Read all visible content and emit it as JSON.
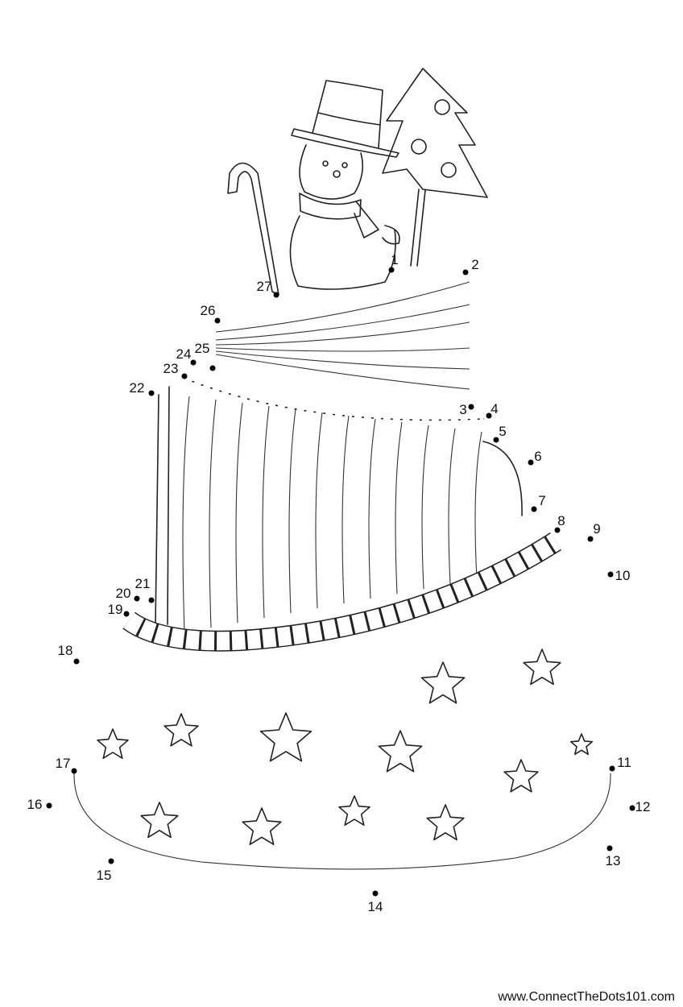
{
  "title": "Connect the dots: Christmas cake with snowman",
  "dots": [
    "1",
    "2",
    "3",
    "4",
    "5",
    "6",
    "7",
    "8",
    "9",
    "10",
    "11",
    "12",
    "13",
    "14",
    "15",
    "16",
    "17",
    "18",
    "19",
    "20",
    "21",
    "22",
    "23",
    "24",
    "25",
    "26",
    "27"
  ],
  "footer": "www.ConnectTheDots101.com"
}
